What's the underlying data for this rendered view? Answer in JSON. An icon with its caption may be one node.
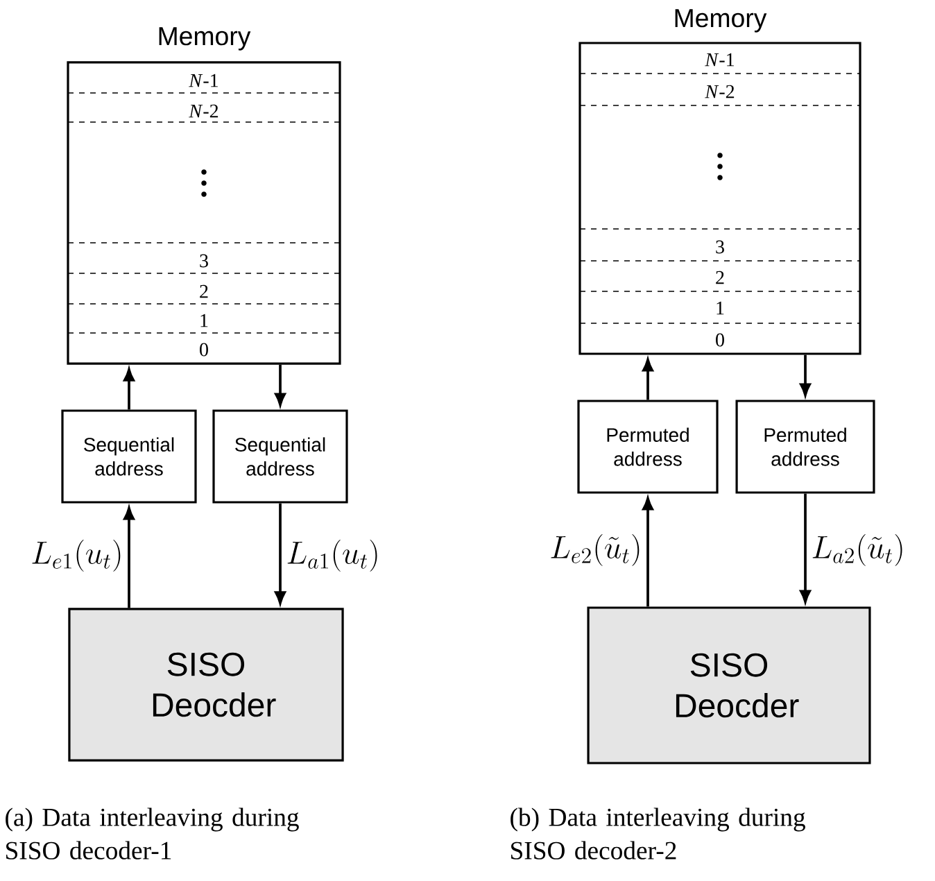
{
  "diagram": {
    "nodes": [
      {
        "text": [
          "Memory",
          "*N*-1",
          "*N*-2",
          "3",
          "2",
          "1",
          "0"
        ]
      },
      {
        "text": [
          "Sequential address"
        ]
      },
      {
        "text": [
          "Sequential address"
        ]
      },
      {
        "text": [
          "SISO Deocder"
        ]
      },
      {
        "text": [
          "Memory",
          "*N*-1",
          "*N*-2",
          "3",
          "2",
          "1",
          "0"
        ]
      },
      {
        "text": [
          "Permuted address"
        ]
      },
      {
        "text": [
          "Permuted address"
        ]
      },
      {
        "text": [
          "SISO Deocder"
        ]
      }
    ],
    "edges": [
      {
        "from": 1,
        "to": 0,
        "arrow": "to"
      },
      {
        "from": 0,
        "to": 2,
        "arrow": "to"
      },
      {
        "from": 3,
        "to": 1,
        "arrow": "to",
        "label": "L_{e1}(u_t)"
      },
      {
        "from": 2,
        "to": 3,
        "arrow": "to",
        "label": "L_{a1}(u_t)"
      },
      {
        "from": 5,
        "to": 4,
        "arrow": "to"
      },
      {
        "from": 4,
        "to": 6,
        "arrow": "to"
      },
      {
        "from": 7,
        "to": 5,
        "arrow": "to",
        "label": "L_{e2}(\\tilde{u}_t)"
      },
      {
        "from": 6,
        "to": 7,
        "arrow": "to",
        "label": "L_{a2}(\\tilde{u}_t)"
      }
    ],
    "labels": [
      "(a) Data interleaving during SISO decoder-1",
      "(b) Data interleaving during SISO decoder-2"
    ]
  }
}
